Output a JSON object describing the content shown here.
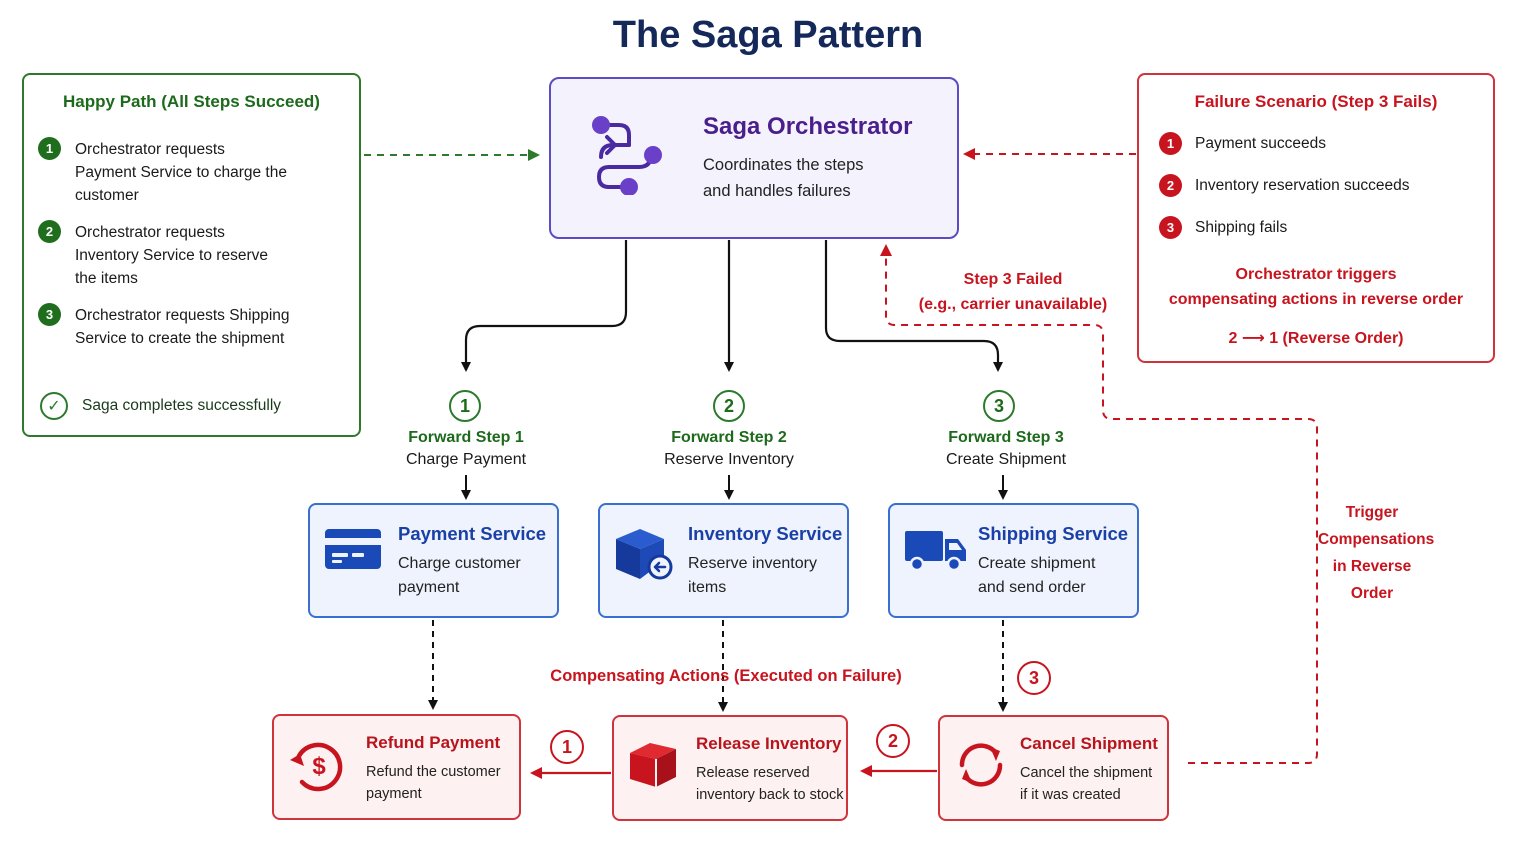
{
  "title": "The Saga Pattern",
  "happy_path": {
    "title": "Happy Path (All Steps Succeed)",
    "steps": [
      {
        "num": "1",
        "text": "Orchestrator requests Payment Service to charge the customer"
      },
      {
        "num": "2",
        "text": "Orchestrator requests Inventory Service to reserve the items"
      },
      {
        "num": "3",
        "text": "Orchestrator requests Shipping Service to create the shipment"
      }
    ],
    "done": "Saga completes successfully"
  },
  "orchestrator": {
    "title": "Saga Orchestrator",
    "desc_line1": "Coordinates the steps",
    "desc_line2": "and handles failures"
  },
  "failure": {
    "title": "Failure Scenario (Step 3 Fails)",
    "steps": [
      {
        "num": "1",
        "text": "Payment succeeds"
      },
      {
        "num": "2",
        "text": "Inventory reservation succeeds"
      },
      {
        "num": "3",
        "text": "Shipping fails"
      }
    ],
    "note_line1": "Orchestrator triggers",
    "note_line2": "compensating actions in reverse order",
    "order": "2 ⟶ 1  (Reverse Order)"
  },
  "failed_label": {
    "line1": "Step 3 Failed",
    "line2": "(e.g., carrier unavailable)"
  },
  "trigger_label": {
    "line1": "Trigger",
    "line2": "Compensations",
    "line3": "in Reverse Order"
  },
  "forward_steps": [
    {
      "num": "1",
      "label": "Forward Step 1",
      "action": "Charge Payment"
    },
    {
      "num": "2",
      "label": "Forward Step 2",
      "action": "Reserve Inventory"
    },
    {
      "num": "3",
      "label": "Forward Step 3",
      "action": "Create Shipment"
    }
  ],
  "services": [
    {
      "title": "Payment Service",
      "desc_line1": "Charge customer",
      "desc_line2": "payment",
      "icon": "credit-card-icon"
    },
    {
      "title": "Inventory Service",
      "desc_line1": "Reserve inventory",
      "desc_line2": "items",
      "icon": "inventory-box-icon"
    },
    {
      "title": "Shipping Service",
      "desc_line1": "Create shipment",
      "desc_line2": "and send order",
      "icon": "truck-icon"
    }
  ],
  "compensation_label": "Compensating Actions (Executed on Failure)",
  "compensations": [
    {
      "title": "Refund Payment",
      "desc_line1": "Refund the customer",
      "desc_line2": "payment",
      "icon": "refund-icon",
      "order": "1"
    },
    {
      "title": "Release Inventory",
      "desc_line1": "Release reserved",
      "desc_line2": "inventory back to stock",
      "icon": "box-icon",
      "order": "2"
    },
    {
      "title": "Cancel Shipment",
      "desc_line1": "Cancel the shipment",
      "desc_line2": "if it was created",
      "icon": "cancel-cycle-icon",
      "order": "3"
    }
  ],
  "colors": {
    "green": "#2d7a2d",
    "red": "#c8141e",
    "purple": "#5a4cc4",
    "blue": "#3a6fd0",
    "navy": "#14285a"
  }
}
